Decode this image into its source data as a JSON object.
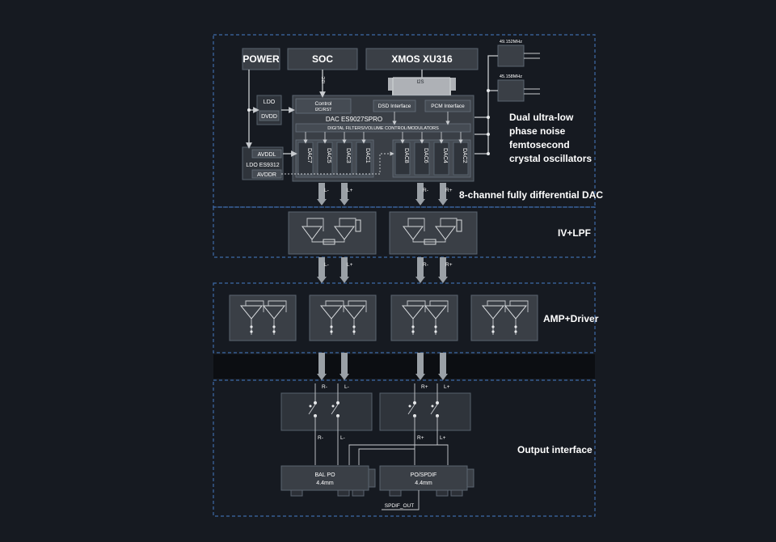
{
  "blocks": {
    "power": "POWER",
    "soc": "SOC",
    "xmos": "XMOS XU316",
    "ldo": "LDO",
    "dvdd": "DVDD",
    "avddl": "AVDDL",
    "ldo_es9312": "LDO ES9312",
    "avddr": "AVDDR",
    "control": "Control",
    "i2c_rst": "I2C/RST",
    "dsd_interface": "DSD Interface",
    "pcm_interface": "PCM Interface",
    "dac_chip": "DAC ES9027SPRO",
    "digital_filters": "DIGITAL FILTERS/VOLUME CONTROL/MODULATORS",
    "dac_channels_left": [
      "DAC7",
      "DAC5",
      "DAC3",
      "DAC1"
    ],
    "dac_channels_right": [
      "DAC8",
      "DAC6",
      "DAC4",
      "DAC2"
    ],
    "i2c_label": "I2C",
    "i2s_label": "I2S",
    "osc1": "49.152MHz",
    "osc2": "45.158MHz",
    "bal_po": "BAL PO",
    "bal_size": "4.4mm",
    "po_spdif": "PO/SPDIF",
    "po_size": "4.4mm",
    "spdif_out": "SPDIF_OUT"
  },
  "signals": {
    "dac_out": [
      "L-",
      "L+",
      "R-",
      "R+"
    ],
    "lpf_out": [
      "L-",
      "L+",
      "R-",
      "R+"
    ],
    "switch_in": [
      "R-",
      "L-",
      "R+",
      "L+"
    ],
    "switch_out": [
      "R-",
      "L-",
      "R+",
      "L+"
    ]
  },
  "sections": {
    "oscillators": [
      "Dual ultra-low",
      "phase noise",
      "femtosecond",
      "crystal oscillators"
    ],
    "dac": "8-channel fully differential DAC",
    "ivlpf": "IV+LPF",
    "amp": "AMP+Driver",
    "output": "Output interface"
  }
}
